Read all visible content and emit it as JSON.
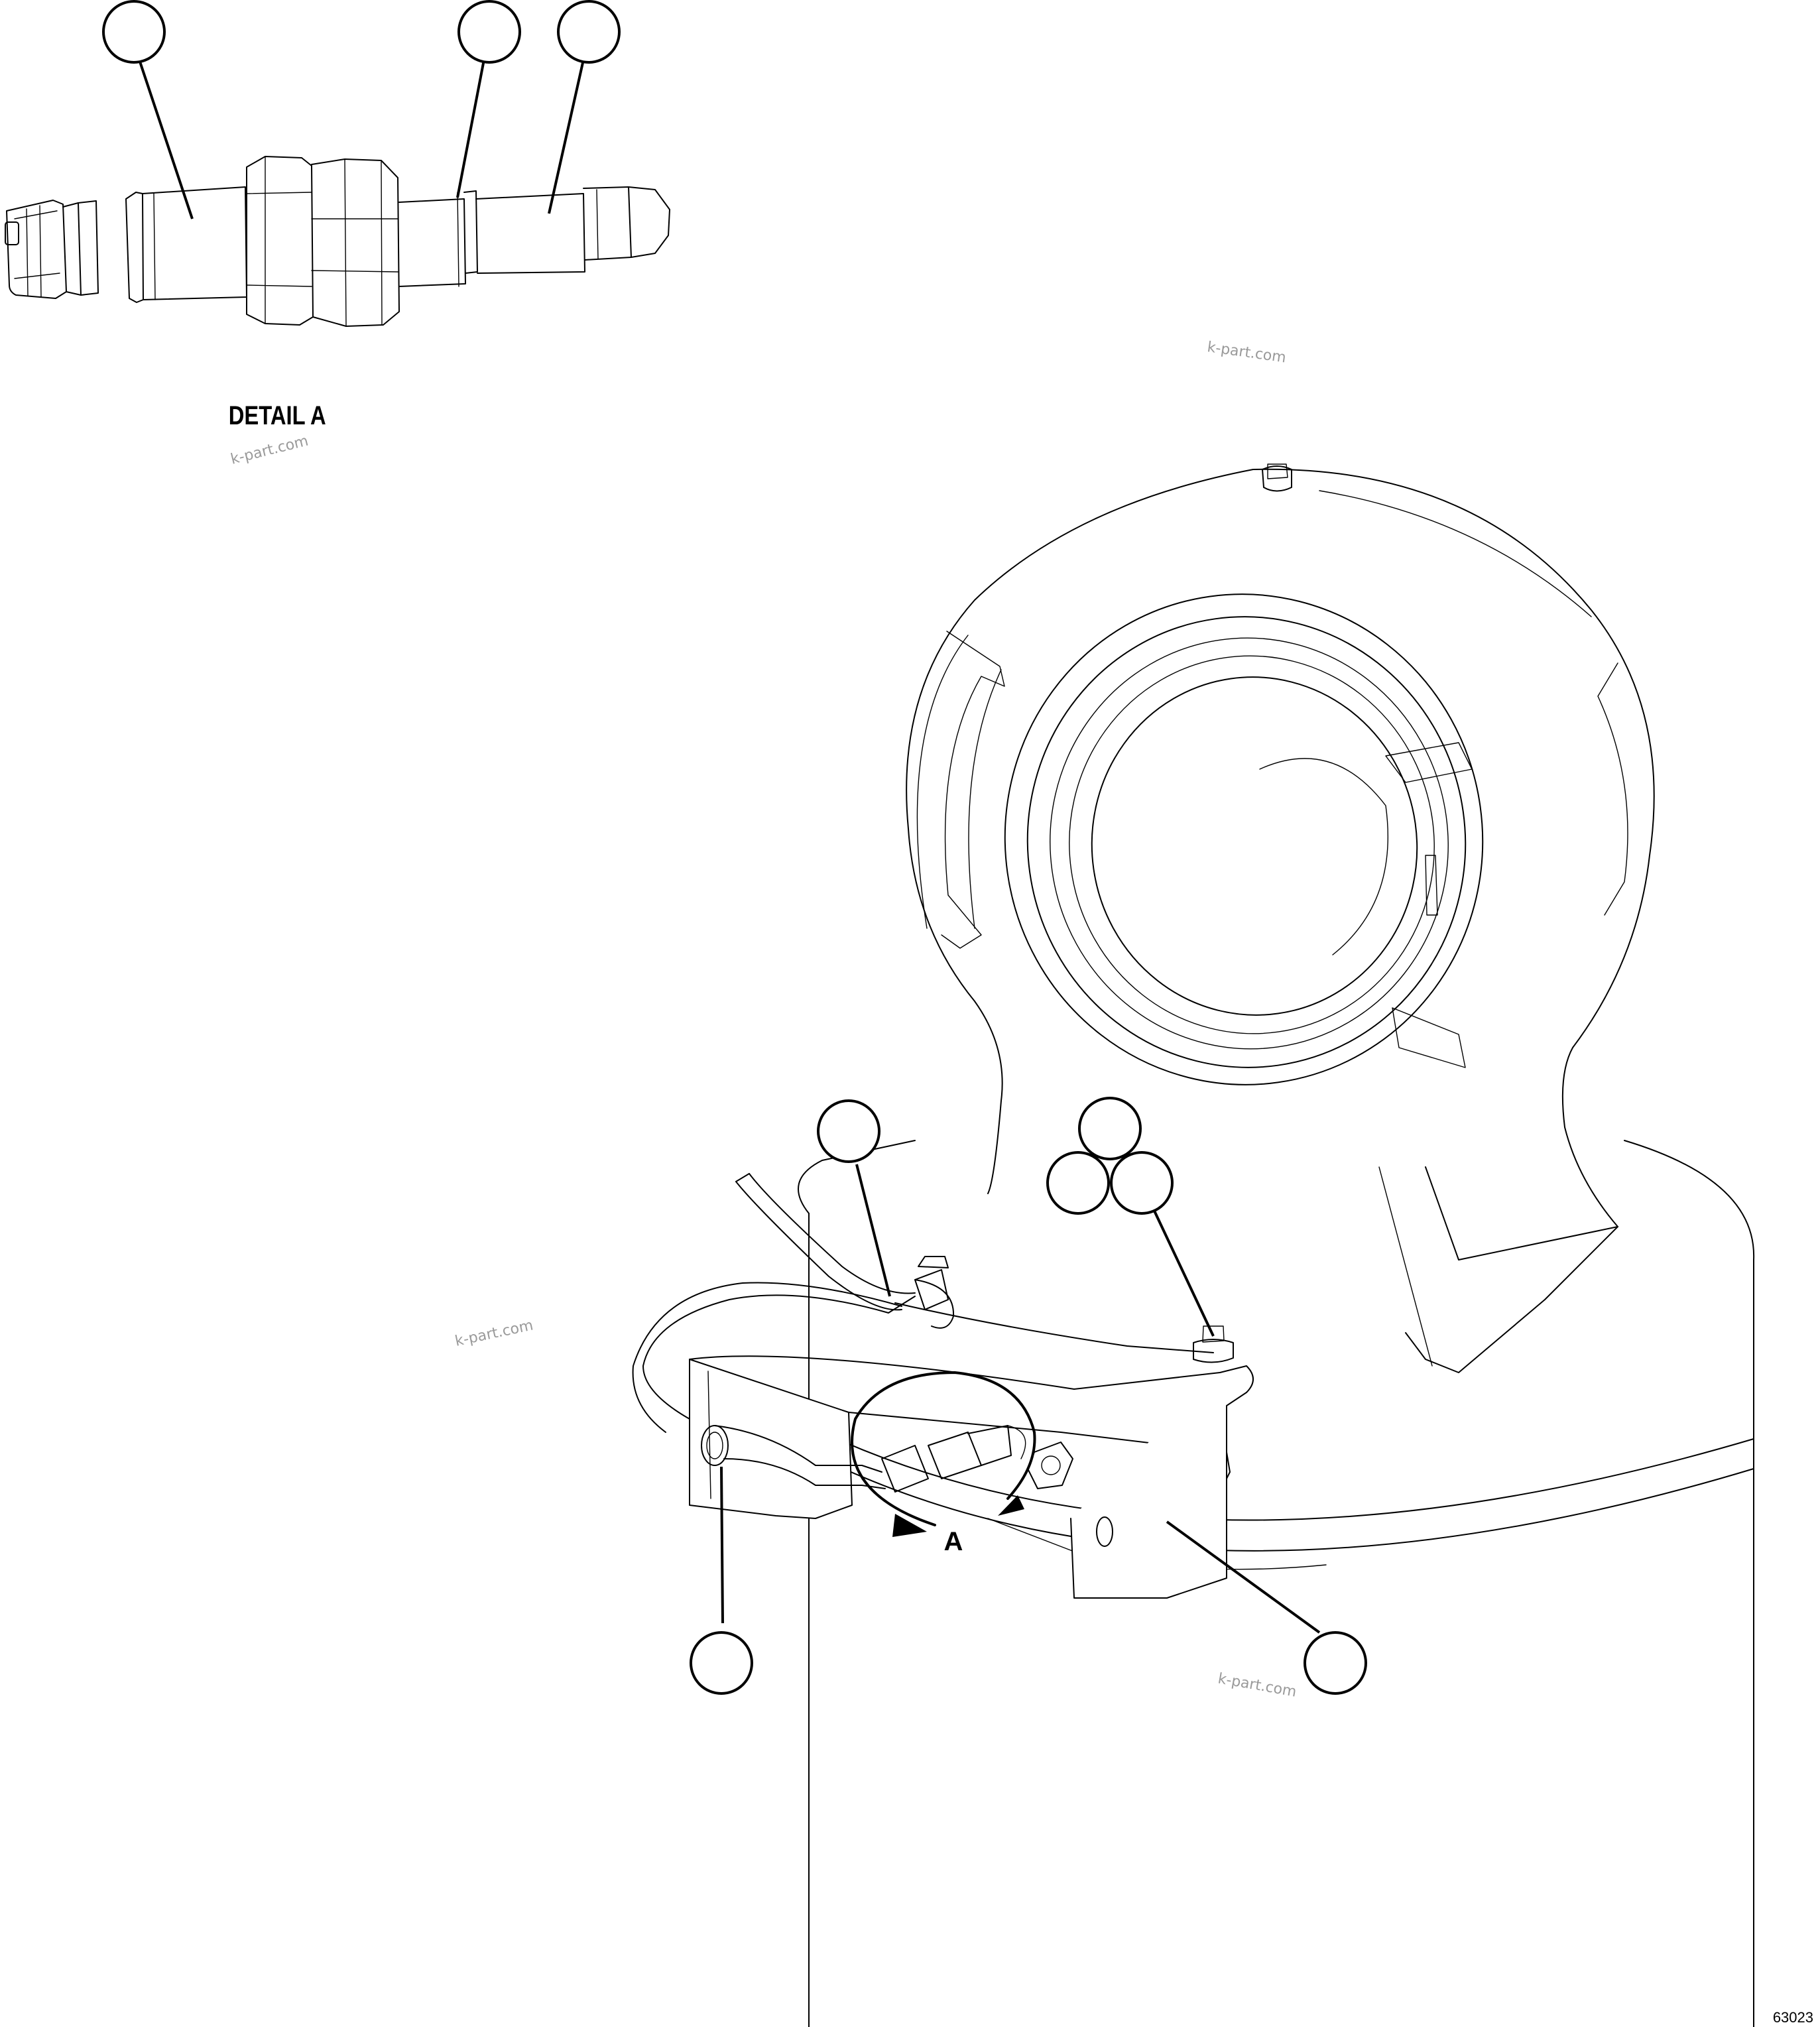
{
  "figure": {
    "detail_title": "DETAIL A",
    "view_marker": "A",
    "drawing_number": "63023",
    "watermarks": [
      "k-part.com",
      "k-part.com",
      "k-part.com",
      "k-part.com"
    ]
  },
  "callouts": [
    {
      "id": "detail-callout-1",
      "text": ""
    },
    {
      "id": "detail-callout-2",
      "text": ""
    },
    {
      "id": "detail-callout-3",
      "text": ""
    },
    {
      "id": "main-callout-cable",
      "text": ""
    },
    {
      "id": "main-callout-hardware-top",
      "text": ""
    },
    {
      "id": "main-callout-hardware-left",
      "text": ""
    },
    {
      "id": "main-callout-hardware-right",
      "text": ""
    },
    {
      "id": "main-callout-grommet",
      "text": ""
    },
    {
      "id": "main-callout-bracket",
      "text": ""
    }
  ]
}
